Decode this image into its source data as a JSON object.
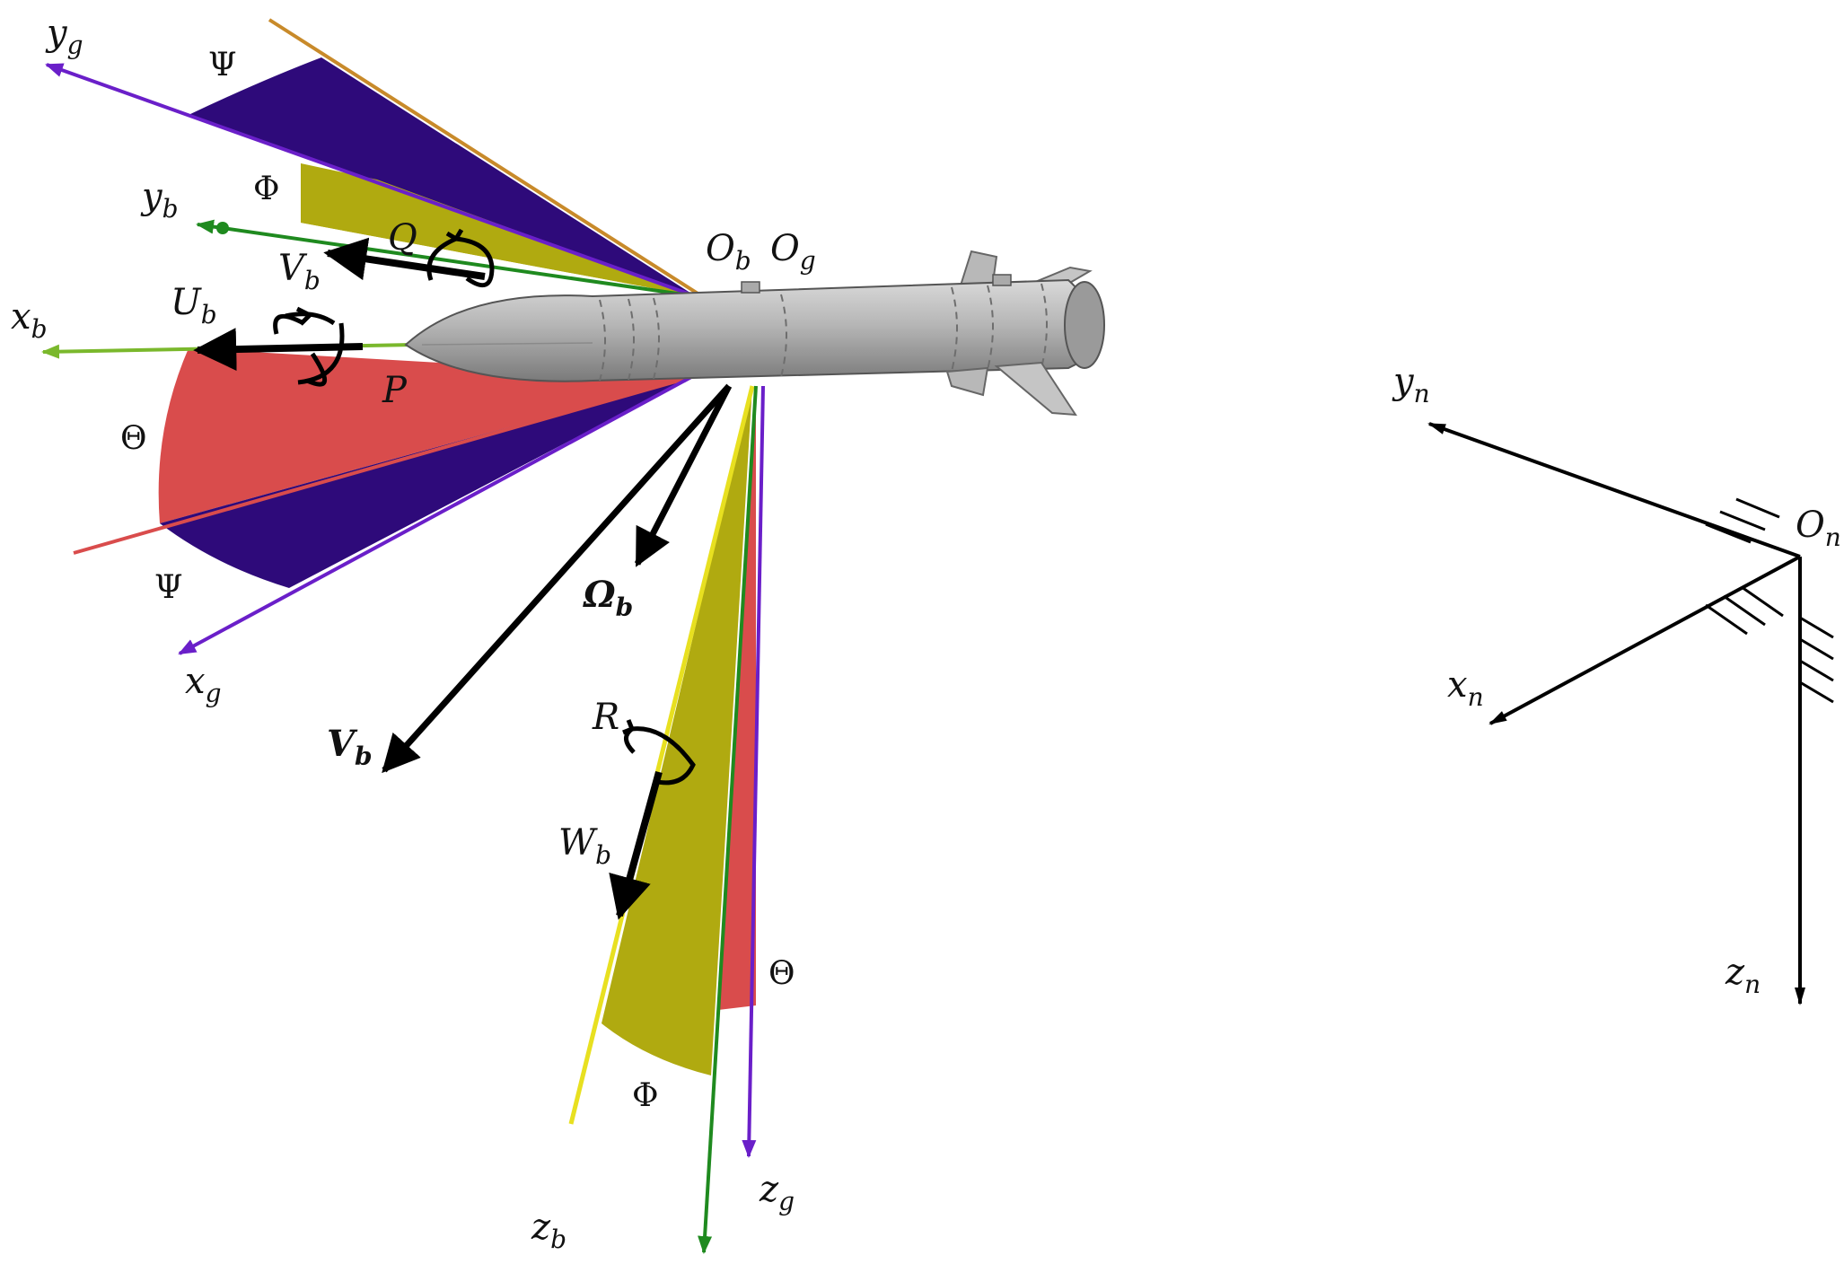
{
  "colors": {
    "yaw_wedge": "#2e0a7a",
    "roll_wedge": "#b0aa10",
    "pitch_wedge": "#d94c4c",
    "ground_axis": "#6a1fc9",
    "body_axis_green": "#1f8a1f",
    "body_x_axis": "#7ab82c",
    "missile_body": "#a8a8a8",
    "arrow_black": "#000000"
  },
  "labels": {
    "yg": {
      "base": "y",
      "sub": "g"
    },
    "xg": {
      "base": "x",
      "sub": "g"
    },
    "zg": {
      "base": "z",
      "sub": "g"
    },
    "yb": {
      "base": "y",
      "sub": "b"
    },
    "xb": {
      "base": "x",
      "sub": "b"
    },
    "zb": {
      "base": "z",
      "sub": "b"
    },
    "Ob": {
      "base": "O",
      "sub": "b"
    },
    "Og": {
      "base": "O",
      "sub": "g"
    },
    "Ub": {
      "base": "U",
      "sub": "b"
    },
    "Vb_small": {
      "base": "V",
      "sub": "b"
    },
    "Wb": {
      "base": "W",
      "sub": "b"
    },
    "Vb_big": {
      "base": "V",
      "sub": "b"
    },
    "Omega_b": {
      "base": "Ω",
      "sub": "b"
    },
    "P": "P",
    "Q": "Q",
    "R": "R",
    "psi_top": "Ψ",
    "psi_bottom": "Ψ",
    "phi_top": "Φ",
    "phi_bottom": "Φ",
    "theta_left": "Θ",
    "theta_right": "Θ",
    "yn": {
      "base": "y",
      "sub": "n"
    },
    "xn": {
      "base": "x",
      "sub": "n"
    },
    "zn": {
      "base": "z",
      "sub": "n"
    },
    "On": {
      "base": "O",
      "sub": "n"
    }
  }
}
